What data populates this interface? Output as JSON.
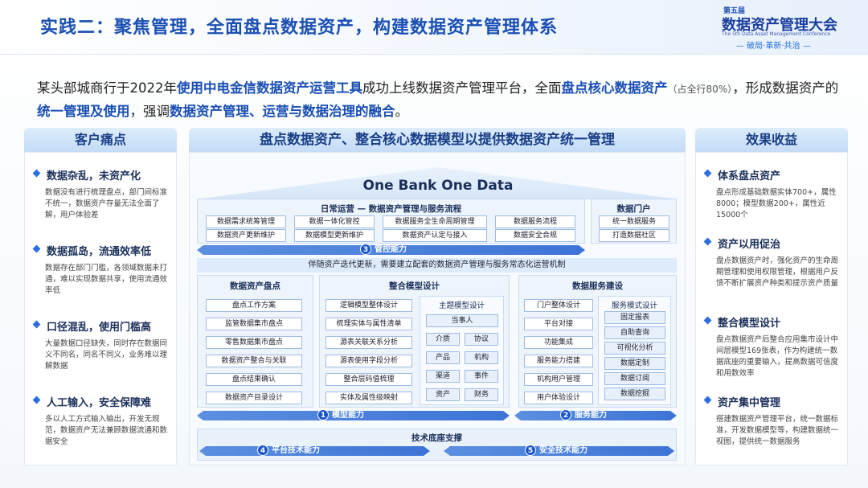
{
  "header": {
    "title": "实践二：聚焦管理，全面盘点数据资产，构建数据资产管理体系",
    "logo_badge": "第五届",
    "logo_main": "数据资产管理大会",
    "logo_en": "The 5th Data Asset Management Conference",
    "logo_slogan": "— 破局·革新·共治 —"
  },
  "intro": {
    "p1": "某头部城商行于2022年",
    "h1": "使用中电金信数据资产运营工具",
    "p2": "成功上线数据资产管理平台，全面",
    "h2": "盘点核心数据资产",
    "small": "（占全行80%）",
    "p3": "，形成数据资产的",
    "h3": "统一管理及使用",
    "p4": "，强调",
    "h4": "数据资产管理、运营与数据治理的融合",
    "p5": "。"
  },
  "left": {
    "title": "客户痛点",
    "items": [
      {
        "title": "数据杂乱，未资产化",
        "desc": "数据没有进行梳理盘点，部门间标准不统一，数据资产存量无法全面了解，用户体验差"
      },
      {
        "title": "数据孤岛，流通效率低",
        "desc": "数据存在部门门槛，各领域数据未打通，难以实现数据共享，使用流通效率低"
      },
      {
        "title": "口径混乱，使用门槛高",
        "desc": "大量数据口径缺失，同时存在数据同义不同名，同名不同义，业务难以理解数据"
      },
      {
        "title": "人工输入，安全保障难",
        "desc": "多以人工方式输入输出，开发无规范，数据资产无法兼顾数据流通和数据安全"
      }
    ]
  },
  "middle": {
    "title": "盘点数据资产、整合核心数据模型以提供数据资产统一管理",
    "one_bank": "One Bank One Data",
    "ops": {
      "title": "日常运营 — 数据资产管理与服务流程",
      "cells": [
        "数据需求统筹管理",
        "数据一体化管控",
        "数据服务全生命周期管理",
        "数据服务流程",
        "数据资产更新维护",
        "数据模型更新维护",
        "数据资产认定与接入",
        "数据安全合规"
      ]
    },
    "portal": {
      "title": "数据门户",
      "cells": [
        "统一数据服务",
        "打造数据社区"
      ]
    },
    "band3": {
      "num": "3",
      "label": "管控能力"
    },
    "banner": "伴随资产迭代更新，需要建立配套的数据资产管理与服务常态化运营机制",
    "inventory": {
      "title": "数据资产盘点",
      "cells": [
        "盘点工作方案",
        "监管数据集市盘点",
        "零售数据集市盘点",
        "数据资产整合与关联",
        "盘点结果确认",
        "数据资产目录设计"
      ]
    },
    "model": {
      "title": "整合模型设计",
      "left": [
        "逻辑模型整体设计",
        "梳理实体与属性清单",
        "源表关联关系分析",
        "源表使用字段分析",
        "整合层码值梳理",
        "实体及属性级映射"
      ],
      "topic_title": "主题模型设计",
      "topic_main": "当事人",
      "topic_pairs": [
        [
          "介质",
          "协议"
        ],
        [
          "产品",
          "机构"
        ],
        [
          "渠道",
          "事件"
        ],
        [
          "资产",
          "财务"
        ]
      ]
    },
    "service": {
      "title": "数据服务建设",
      "left": [
        "门户整体设计",
        "平台对接",
        "功能集成",
        "服务能力搭建",
        "机构用户管理",
        "用户体验设计"
      ],
      "mode_title": "服务模式设计",
      "modes": [
        "固定报表",
        "自助查询",
        "可视化分析",
        "数据定制",
        "数据订阅",
        "数据挖掘"
      ]
    },
    "band1": {
      "num": "1",
      "label": "模型能力"
    },
    "band2": {
      "num": "2",
      "label": "服务能力"
    },
    "base": "技术底座支撑",
    "band4": {
      "num": "4",
      "label": "平台技术能力"
    },
    "band5": {
      "num": "5",
      "label": "安全技术能力"
    }
  },
  "right": {
    "title": "效果收益",
    "items": [
      {
        "title": "体系盘点资产",
        "desc": "盘点形成基础数据实体700+，属性8000；模型数据200+，属性近15000个"
      },
      {
        "title": "资产以用促治",
        "desc": "盘点数据资产时，强化资产的生命周期管理和使用权限管理，根据用户反馈不断扩展资产种类和提示资产质量"
      },
      {
        "title": "整合模型设计",
        "desc": "盘点数据资产后整合应用集市设计中间层模型169张表，作为构建统一数据底座的重要输入，提高数据可信度和用数效率"
      },
      {
        "title": "资产集中管理",
        "desc": "搭建数据资产管理平台，统一数据标准，开发数据模型等，构建数据统一视图，提供统一数据服务"
      }
    ]
  }
}
